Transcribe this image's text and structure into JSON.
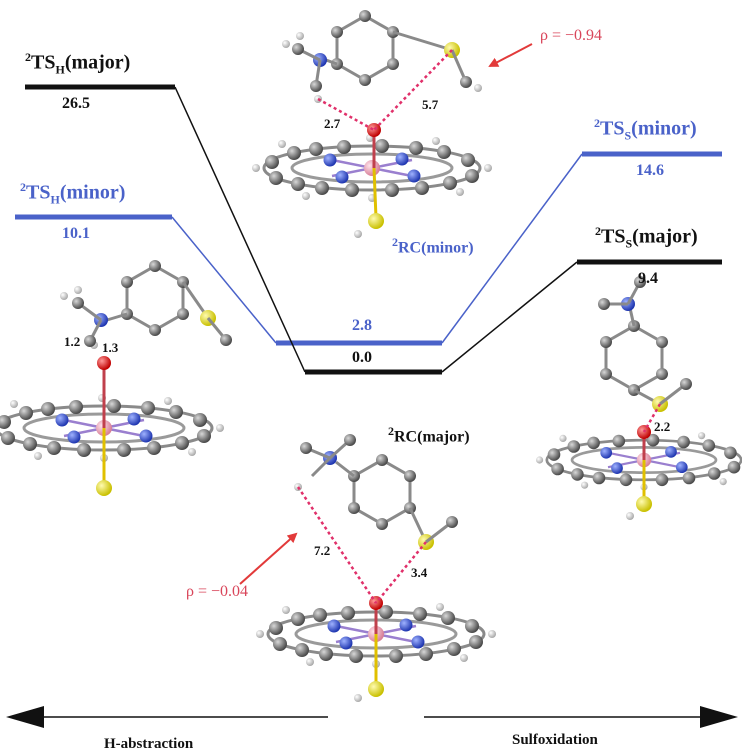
{
  "labels": {
    "ts_h_major_name": "TS",
    "ts_h_major_sup": "2",
    "ts_h_major_sub": "H",
    "ts_h_major_tail": "(major)",
    "ts_h_major_value": "26.5",
    "ts_h_minor_name": "TS",
    "ts_h_minor_sup": "2",
    "ts_h_minor_sub": "H",
    "ts_h_minor_tail": "(minor)",
    "ts_h_minor_value": "10.1",
    "rc_minor_value": "2.8",
    "rc_major_value": "0.0",
    "ts_s_minor_name": "TS",
    "ts_s_minor_sup": "2",
    "ts_s_minor_sub": "S",
    "ts_s_minor_tail": "(minor)",
    "ts_s_minor_value": "14.6",
    "ts_s_major_name": "TS",
    "ts_s_major_sup": "2",
    "ts_s_major_sub": "S",
    "ts_s_major_tail": "(major)",
    "ts_s_major_value": "9.4",
    "rc_minor_sup": "2",
    "rc_minor_tail": "RC(minor)",
    "rc_major_sup": "2",
    "rc_major_tail": "RC(major)"
  },
  "annotations": {
    "rho_top": "ρ = −0.94",
    "rho_bottom": "ρ = −0.04",
    "dist_top_left": "2.7",
    "dist_top_right": "5.7",
    "dist_ts_h_1": "1.2",
    "dist_ts_h_2": "1.3",
    "dist_ts_s": "2.2",
    "dist_rc_major_left": "7.2",
    "dist_rc_major_right": "3.4"
  },
  "axis": {
    "left_label": "H-abstraction",
    "right_label": "Sulfoxidation"
  },
  "colors": {
    "major": "#111111",
    "minor": "#4a62c9",
    "annotation": "#d9455a",
    "sulfur": "#e8e23a",
    "oxygen": "#e01a1a",
    "nitrogen": "#2f4fd0",
    "iron": "#f2a6b8",
    "carbon": "#6a6a6a"
  },
  "chart_data": {
    "type": "line",
    "title": "",
    "xlabel": "",
    "ylabel": "",
    "categories": [
      "²TS_H",
      "²RC",
      "²TS_S"
    ],
    "series": [
      {
        "name": "major",
        "values": [
          26.5,
          0.0,
          9.4
        ]
      },
      {
        "name": "minor",
        "values": [
          10.1,
          2.8,
          14.6
        ]
      }
    ]
  }
}
